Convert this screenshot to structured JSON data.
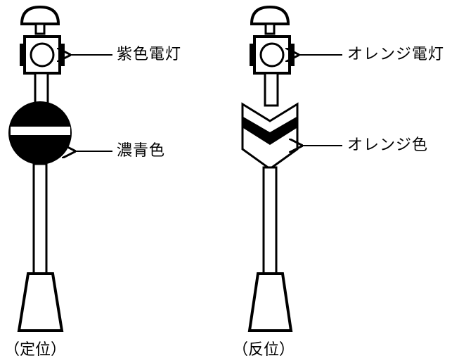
{
  "left_signal": {
    "lamp_label": "紫色電灯",
    "disc_label": "濃青色",
    "caption": "（定位）"
  },
  "right_signal": {
    "lamp_label": "オレンジ電灯",
    "sign_label": "オレンジ色",
    "caption": "（反位）"
  },
  "colors": {
    "line": "#000000",
    "fill": "#ffffff"
  }
}
